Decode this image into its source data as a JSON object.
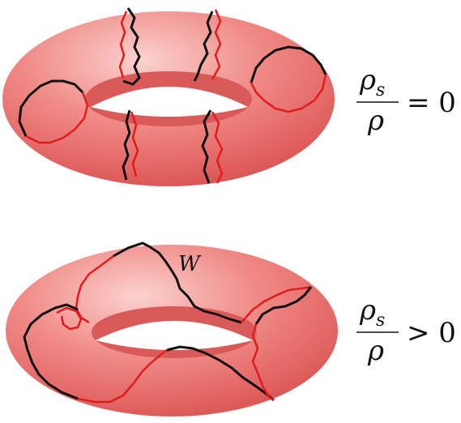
{
  "colors": {
    "torus_light": "#f7b3b0",
    "torus_mid": "#ee6f6c",
    "torus_dark": "#d9484a",
    "red_path": "#e01c1c",
    "black_path": "#111111"
  },
  "top_panel": {
    "fraction_numerator": "ρ",
    "numerator_subscript": "s",
    "fraction_denominator": "ρ",
    "relation": "= 0"
  },
  "bottom_panel": {
    "winding_label": "W",
    "fraction_numerator": "ρ",
    "numerator_subscript": "s",
    "fraction_denominator": "ρ",
    "relation": "> 0"
  }
}
